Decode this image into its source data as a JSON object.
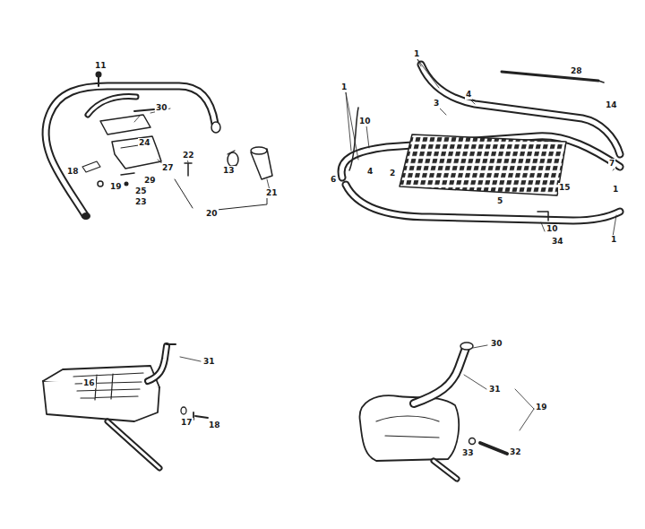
{
  "diagram": {
    "labels": [
      "11",
      "30",
      "24",
      "18",
      "27",
      "29",
      "19",
      "25",
      "23",
      "22",
      "13",
      "21",
      "20",
      "1",
      "1",
      "3",
      "4",
      "28",
      "14",
      "10",
      "6",
      "4",
      "2",
      "7",
      "15",
      "1",
      "5",
      "10",
      "34",
      "1",
      "16",
      "31",
      "17",
      "18",
      "30",
      "31",
      "19",
      "32",
      "33"
    ]
  }
}
